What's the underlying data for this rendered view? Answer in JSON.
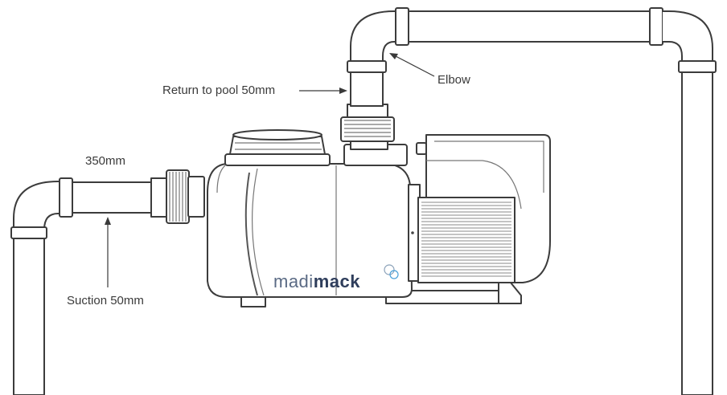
{
  "labels": {
    "return": "Return to pool 50mm",
    "elbow": "Elbow",
    "length": "350mm",
    "suction": "Suction 50mm"
  },
  "brand": {
    "prefix": "madi",
    "suffix": "mack",
    "prefix_color": "#4a5a72",
    "suffix_color": "#2f3e5c",
    "logo_accent": "#4aa0d8"
  }
}
